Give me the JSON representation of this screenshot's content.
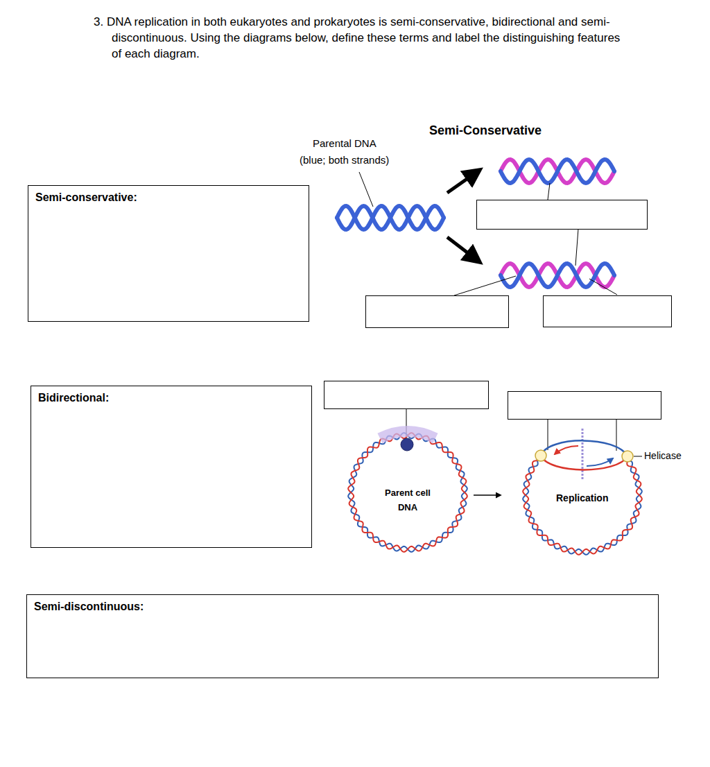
{
  "diagram": {
    "title": "3. DNA replication in both eukaryotes and prokaryotes is semi-conservative, bidirectional and semi-discontinuous. Using the diagrams below, define these terms and label the distinguishing features of each diagram.",
    "nodes": [
      {
        "text": [
          "Semi-conservative:"
        ]
      },
      {
        "text": [
          "Bidirectional:"
        ]
      },
      {
        "text": [
          "Semi-discontinuous:"
        ]
      }
    ],
    "labels": [
      "Semi-Conservative",
      "Parental DNA",
      "(blue; both strands)",
      "Parent cell DNA",
      "Replication",
      "Helicase"
    ]
  }
}
